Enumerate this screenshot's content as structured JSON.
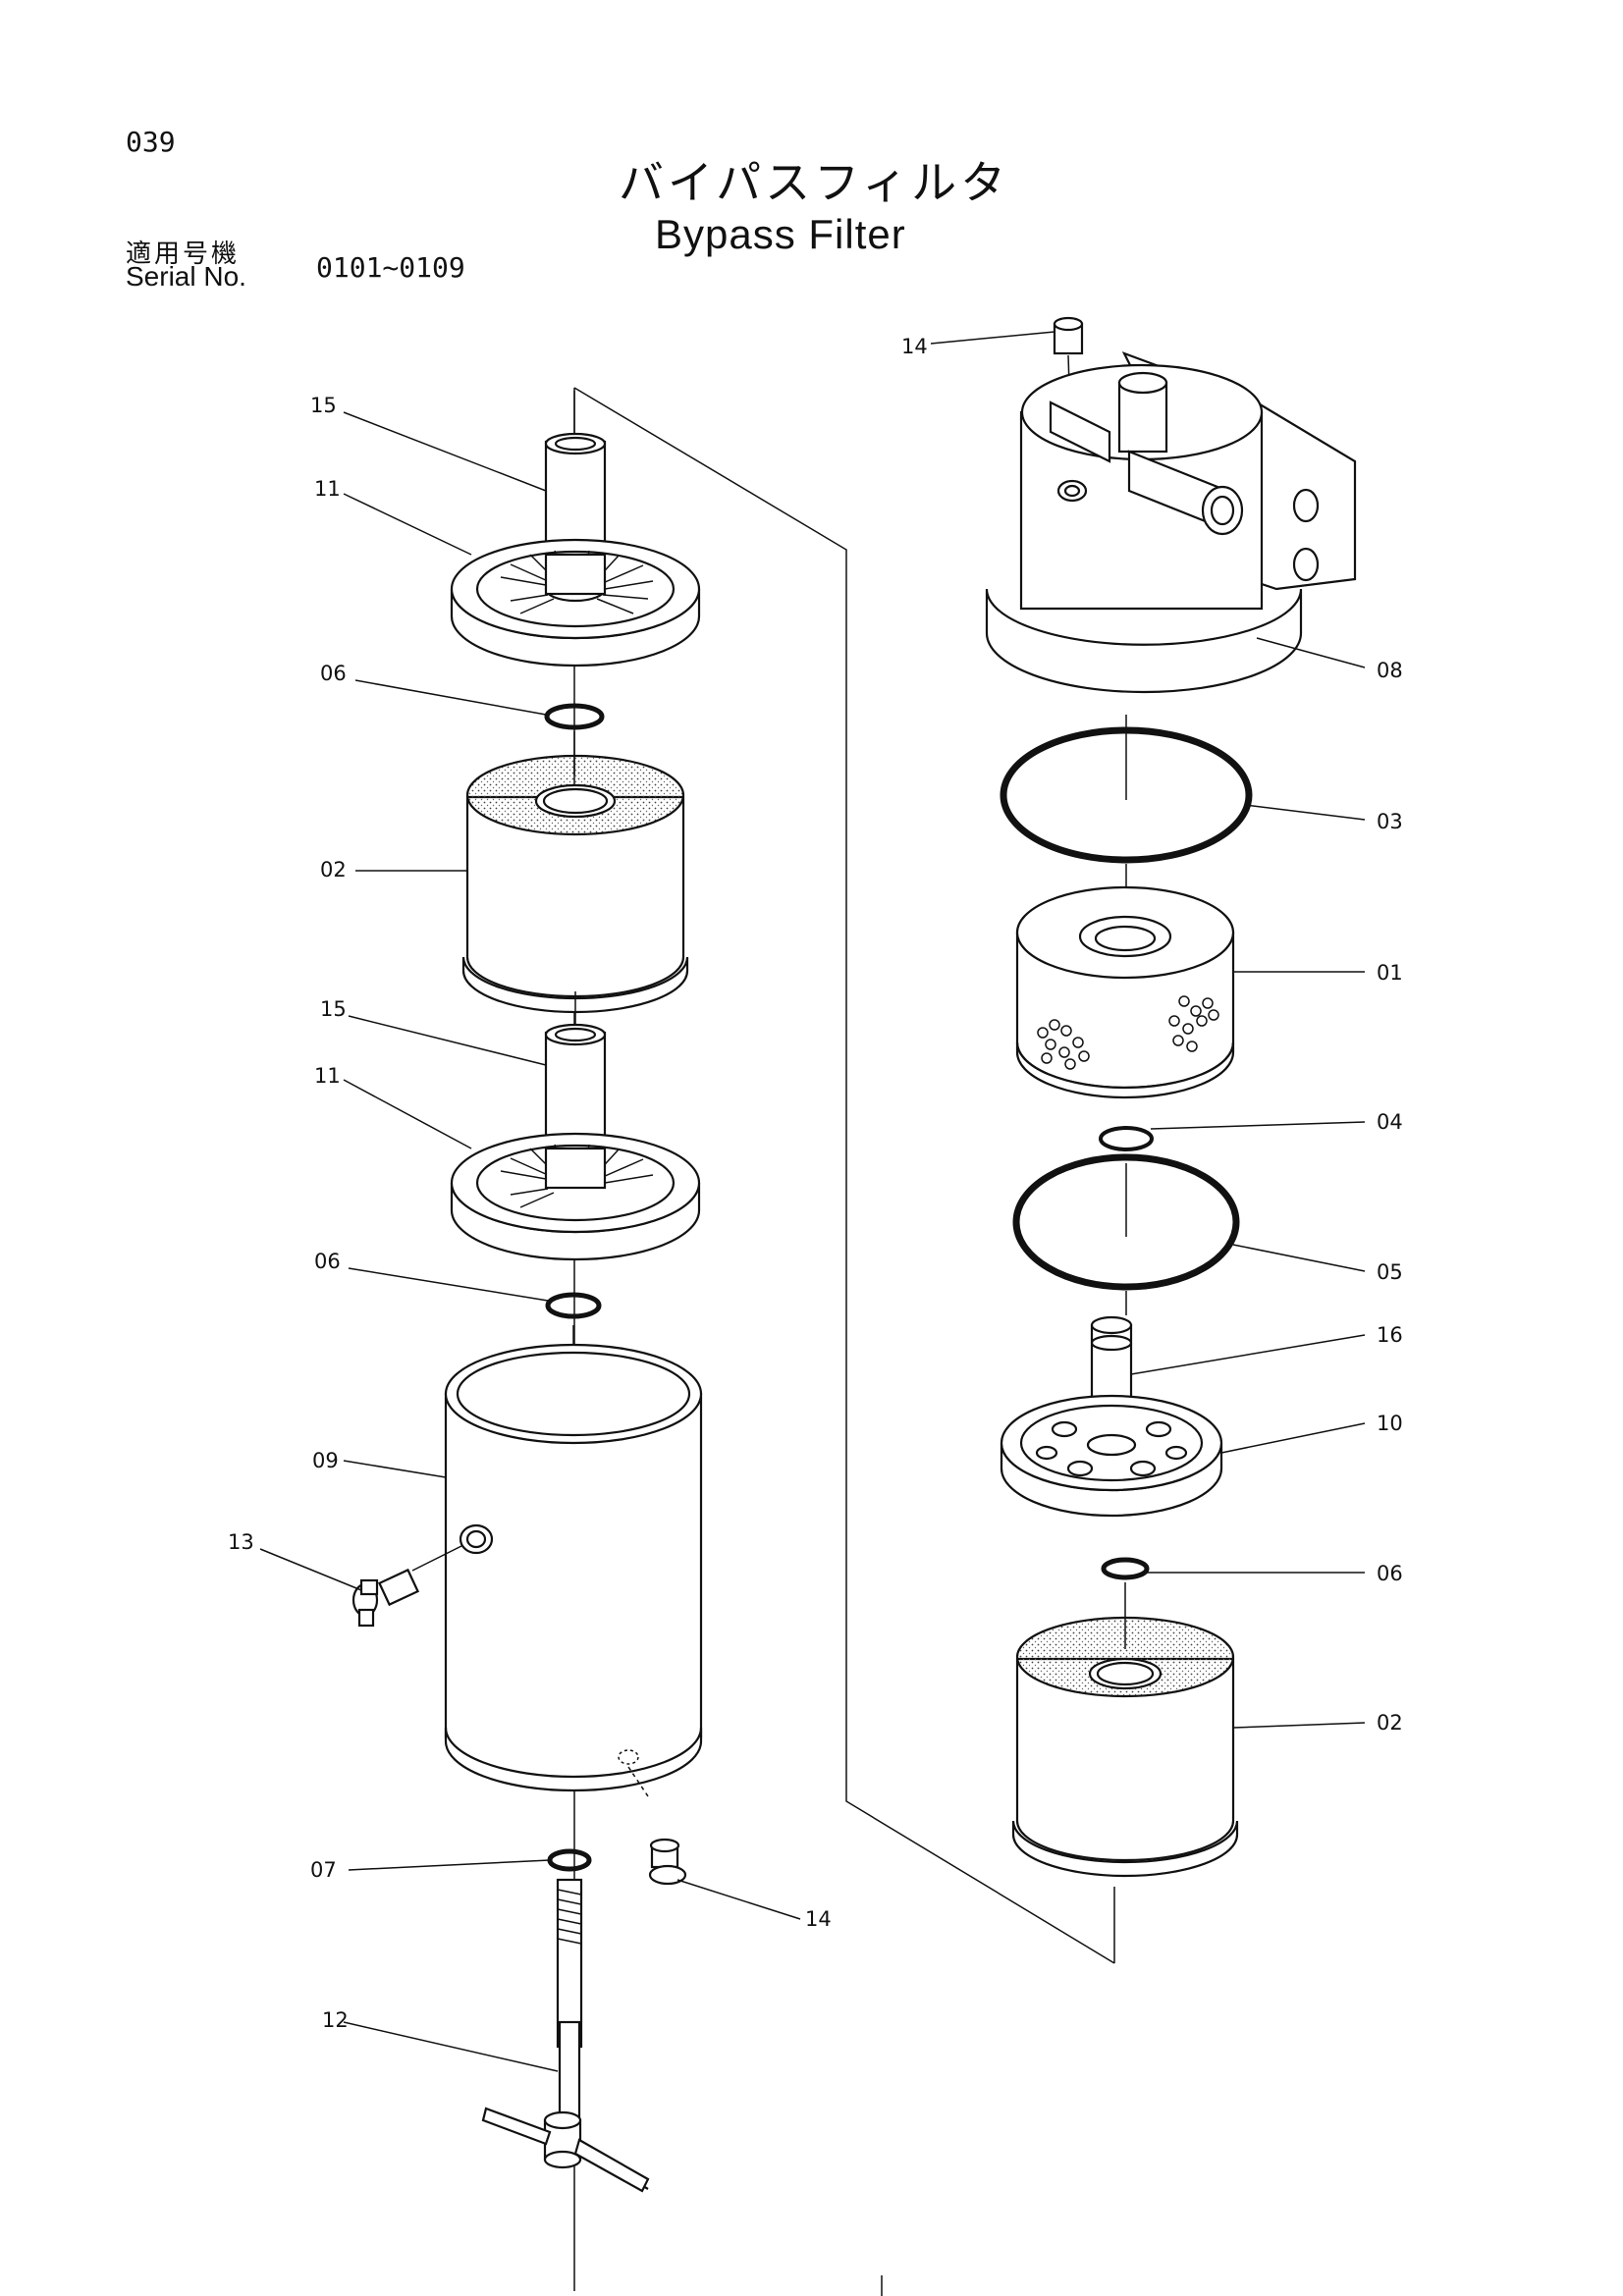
{
  "header": {
    "page_number": "039",
    "title_jp": "バイパスフィルタ",
    "title_en": "Bypass Filter",
    "serial_label_jp": "適用号機",
    "serial_label_en": "Serial No.",
    "serial_range": "0101~0109"
  },
  "callouts": {
    "l15a": "15",
    "l11a": "11",
    "l06a": "06",
    "l02a": "02",
    "l15b": "15",
    "l11b": "11",
    "l06b": "06",
    "l09": "09",
    "l13": "13",
    "l07": "07",
    "l14b": "14",
    "l12": "12",
    "r14": "14",
    "r08": "08",
    "r03": "03",
    "r01": "01",
    "r04": "04",
    "r05": "05",
    "r16": "16",
    "r10": "10",
    "r06": "06",
    "r02": "02"
  }
}
